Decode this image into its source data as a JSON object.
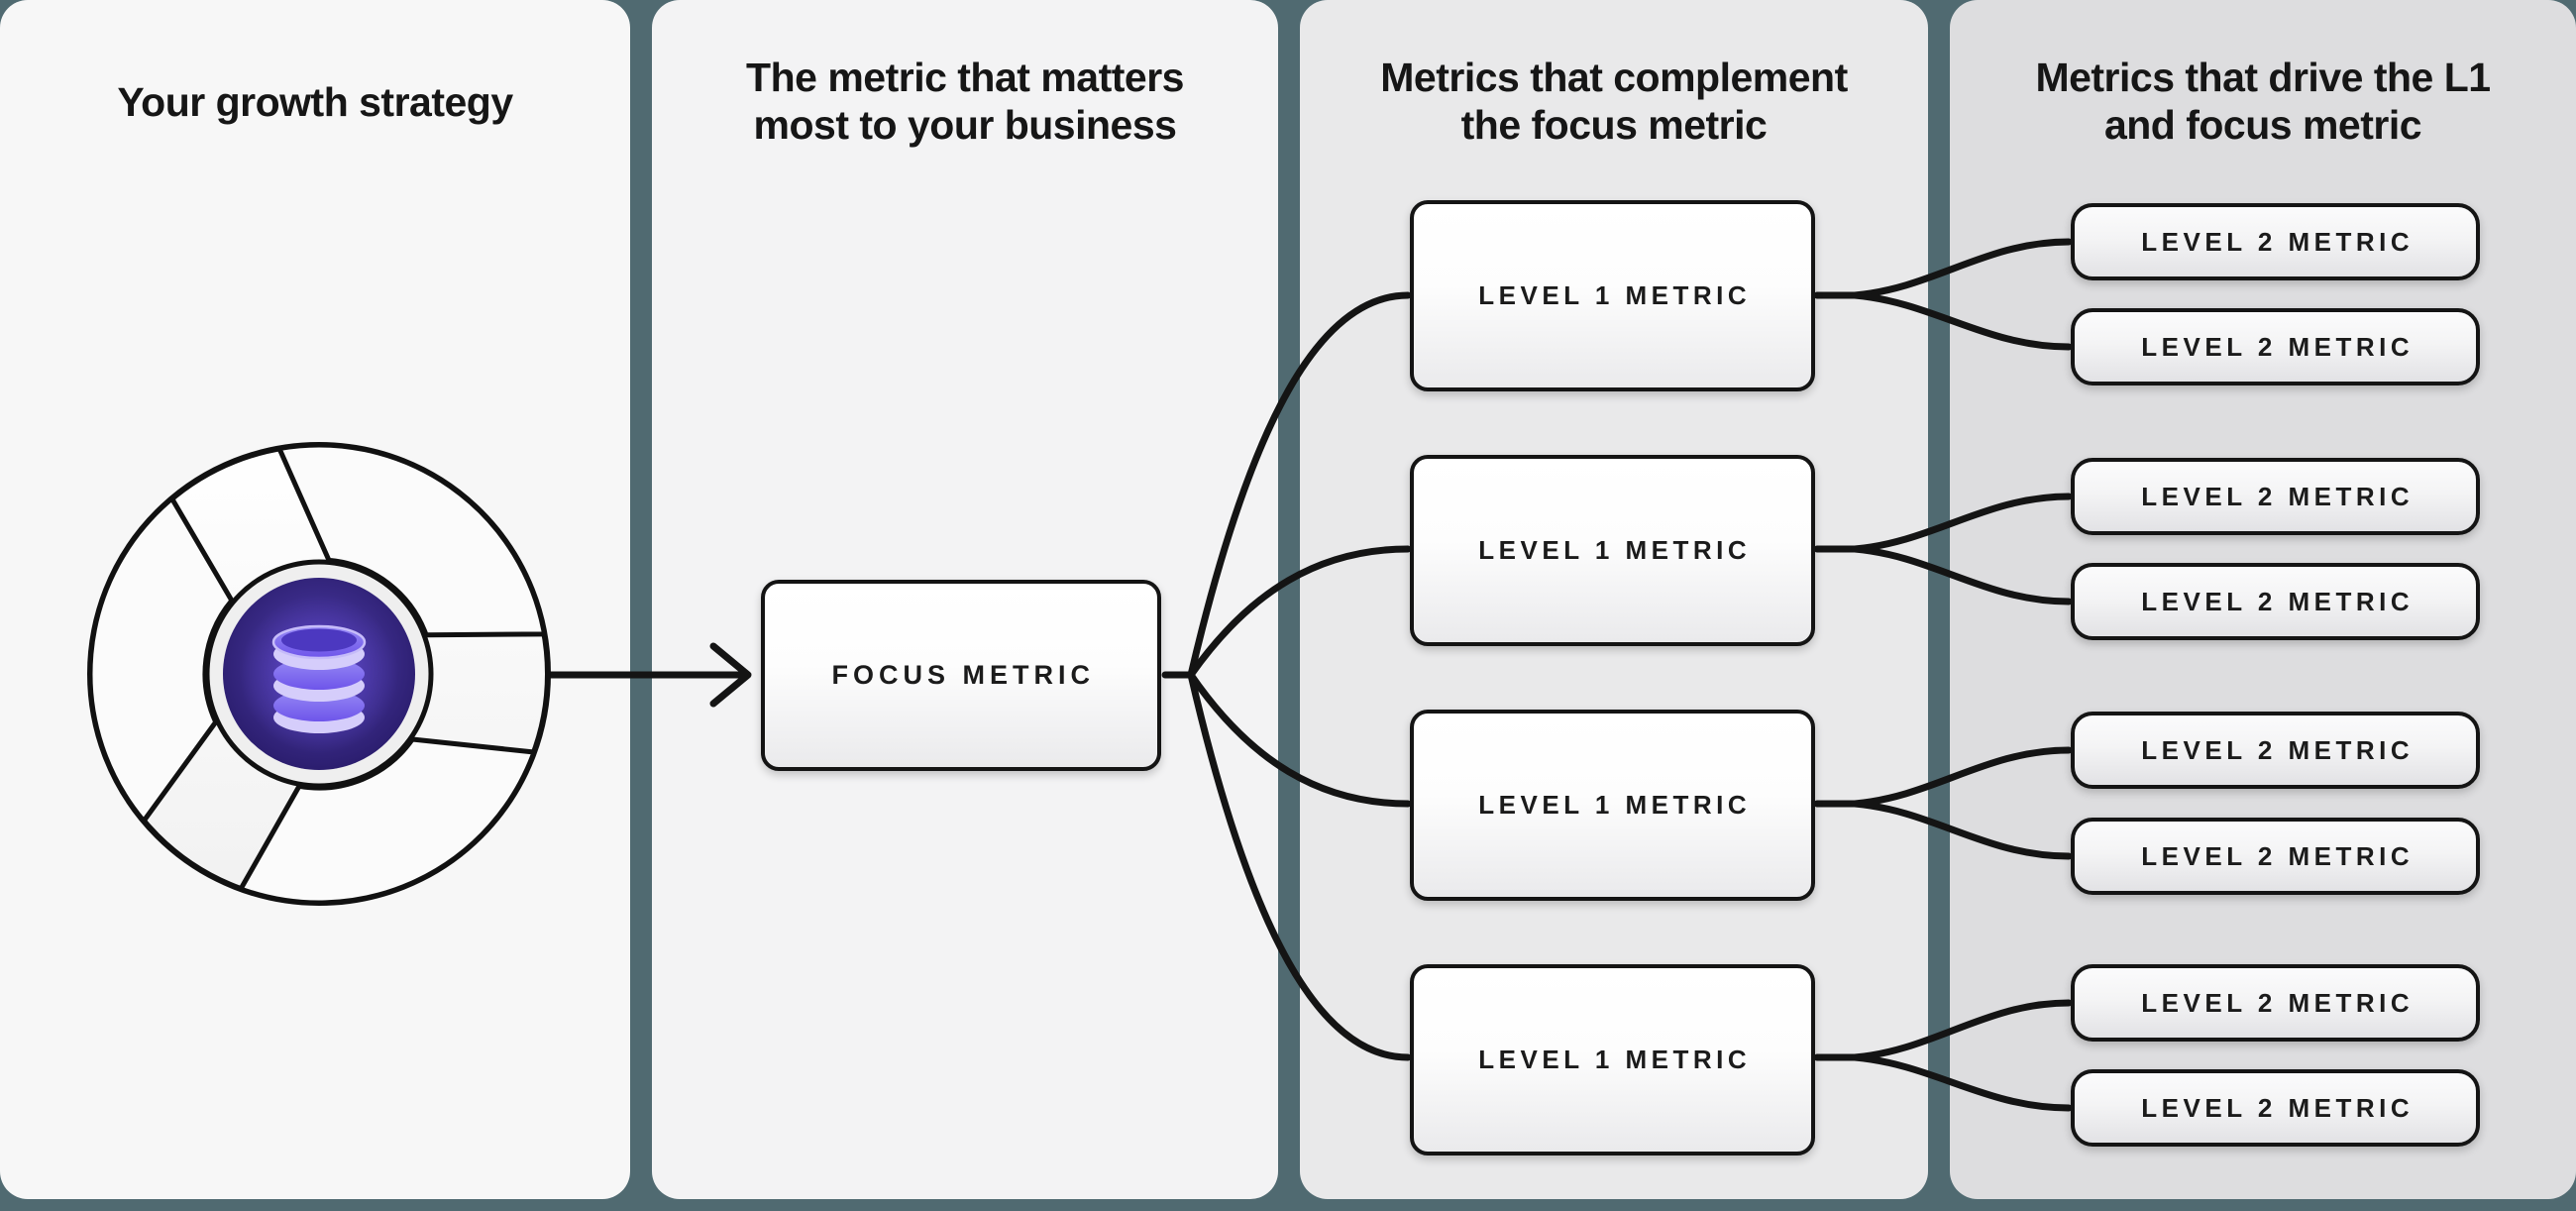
{
  "colors": {
    "background": "#506a71",
    "panel_1": "#f7f7f7",
    "panel_2": "#f3f3f4",
    "panel_3": "#e9e9ea",
    "panel_4": "#dddddf",
    "line": "#141414",
    "box_border": "#141414",
    "core_purple": "#33247c",
    "database_purple": "#8572f1",
    "database_rim": "#d5cdfb"
  },
  "panels": [
    {
      "title": "Your growth strategy"
    },
    {
      "title": "The metric that matters\nmost to your business"
    },
    {
      "title": "Metrics that complement\nthe focus metric"
    },
    {
      "title": "Metrics that drive the L1\nand focus metric"
    }
  ],
  "boxes": {
    "focus": {
      "label": "FOCUS METRIC"
    },
    "level1": [
      {
        "label": "LEVEL 1 METRIC"
      },
      {
        "label": "LEVEL 1 METRIC"
      },
      {
        "label": "LEVEL 1 METRIC"
      },
      {
        "label": "LEVEL 1 METRIC"
      }
    ],
    "level2": [
      {
        "label": "LEVEL 2 METRIC"
      },
      {
        "label": "LEVEL 2 METRIC"
      },
      {
        "label": "LEVEL 2 METRIC"
      },
      {
        "label": "LEVEL 2 METRIC"
      },
      {
        "label": "LEVEL 2 METRIC"
      },
      {
        "label": "LEVEL 2 METRIC"
      },
      {
        "label": "LEVEL 2 METRIC"
      },
      {
        "label": "LEVEL 2 METRIC"
      }
    ]
  },
  "icons": {
    "flywheel": "flywheel-database-icon",
    "arrow": "arrow-right-icon"
  }
}
